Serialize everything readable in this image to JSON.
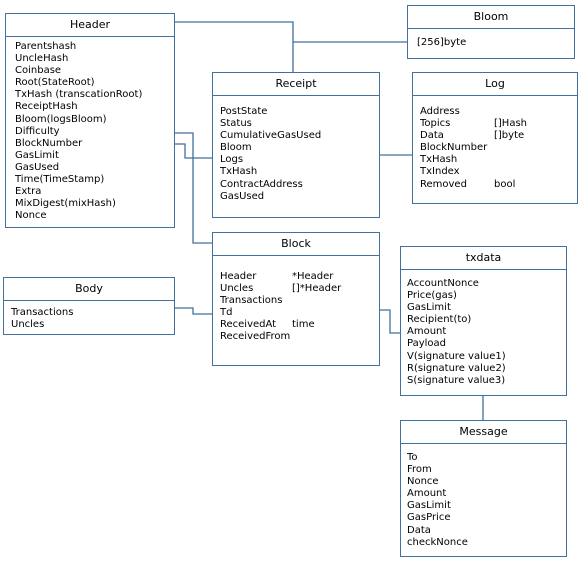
{
  "header": {
    "title": "Header",
    "fields": [
      "Parentshash",
      "UncleHash",
      "Coinbase",
      "Root(StateRoot)",
      "TxHash (transcationRoot)",
      "ReceiptHash",
      "Bloom(logsBloom)",
      "Difficulty",
      "BlockNumber",
      "GasLimit",
      "GasUsed",
      "Time(TimeStamp)",
      "Extra",
      "MixDigest(mixHash)",
      "Nonce"
    ]
  },
  "bloom": {
    "title": "Bloom",
    "fields": [
      "[256]byte"
    ]
  },
  "receipt": {
    "title": "Receipt",
    "fields": [
      "PostState",
      "Status",
      "CumulativeGasUsed",
      "Bloom",
      "Logs",
      "TxHash",
      "ContractAddress",
      "GasUsed"
    ]
  },
  "log": {
    "title": "Log",
    "fields": [
      {
        "name": "Address",
        "type": ""
      },
      {
        "name": "Topics",
        "type": "[]Hash"
      },
      {
        "name": "Data",
        "type": "[]byte"
      },
      {
        "name": "BlockNumber",
        "type": ""
      },
      {
        "name": "TxHash",
        "type": ""
      },
      {
        "name": "TxIndex",
        "type": ""
      },
      {
        "name": "Removed",
        "type": "bool"
      }
    ]
  },
  "block": {
    "title": "Block",
    "fields": [
      {
        "name": "Header",
        "type": "*Header"
      },
      {
        "name": "Uncles",
        "type": "[]*Header"
      },
      {
        "name": "Transactions",
        "type": ""
      },
      {
        "name": "Td",
        "type": ""
      },
      {
        "name": "ReceivedAt",
        "type": "time"
      },
      {
        "name": "ReceivedFrom",
        "type": ""
      }
    ]
  },
  "body": {
    "title": "Body",
    "fields": [
      "Transactions",
      "Uncles"
    ]
  },
  "txdata": {
    "title": "txdata",
    "fields": [
      "AccountNonce",
      "Price(gas)",
      "GasLimit",
      "Recipient(to)",
      "Amount",
      "Payload",
      "V(signature value1)",
      "R(signature value2)",
      "S(signature value3)"
    ]
  },
  "message": {
    "title": "Message",
    "fields": [
      "To",
      "From",
      "Nonce",
      "Amount",
      "GasLimit",
      "GasPrice",
      "Data",
      "checkNonce"
    ]
  },
  "colors": {
    "border": "#41719c",
    "connector": "#41719c"
  }
}
